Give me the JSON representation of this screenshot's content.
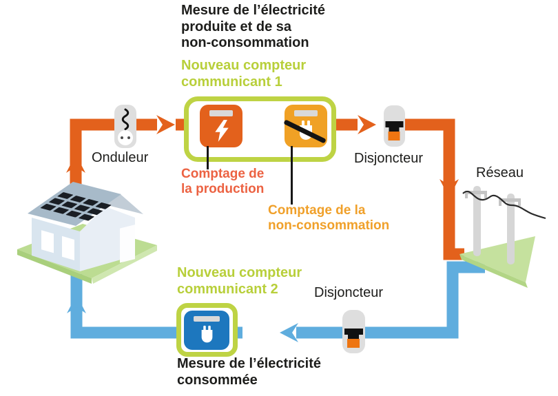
{
  "diagram": {
    "labels": {
      "title_top": "Mesure de l’électricité\nproduite et de sa\nnon-consommation",
      "compteur1": "Nouveau compteur\ncommunicant 1",
      "compteur2": "Nouveau compteur\ncommunicant 2",
      "onduleur": "Onduleur",
      "disjoncteur_top": "Disjoncteur",
      "disjoncteur_bottom": "Disjoncteur",
      "reseau": "Réseau",
      "comptage_production": "Comptage de\nla production",
      "comptage_nonconso": "Comptage de la\nnon-consommation",
      "title_bottom": "Mesure de l’électricité\nconsommée"
    },
    "icons": {
      "production_meter": "lightning-bolt-meter",
      "non_consumption_meter": "plug-crossed-out-meter",
      "consumption_meter": "plug-meter",
      "onduleur": "squiggle-socket-pill",
      "disjoncteur": "breaker-switch-pill",
      "reseau": "power-poles-with-wire",
      "house": "house-with-solar-panels"
    },
    "colors": {
      "orange_flow": "#e3611c",
      "amber": "#f0a125",
      "green_accent": "#bed344",
      "blue_flow": "#5fadde",
      "blue_meter": "#1d77be",
      "salmon_text": "#ec6242",
      "amber_text": "#f0a02a",
      "dark_text": "#1d1d1b"
    }
  }
}
